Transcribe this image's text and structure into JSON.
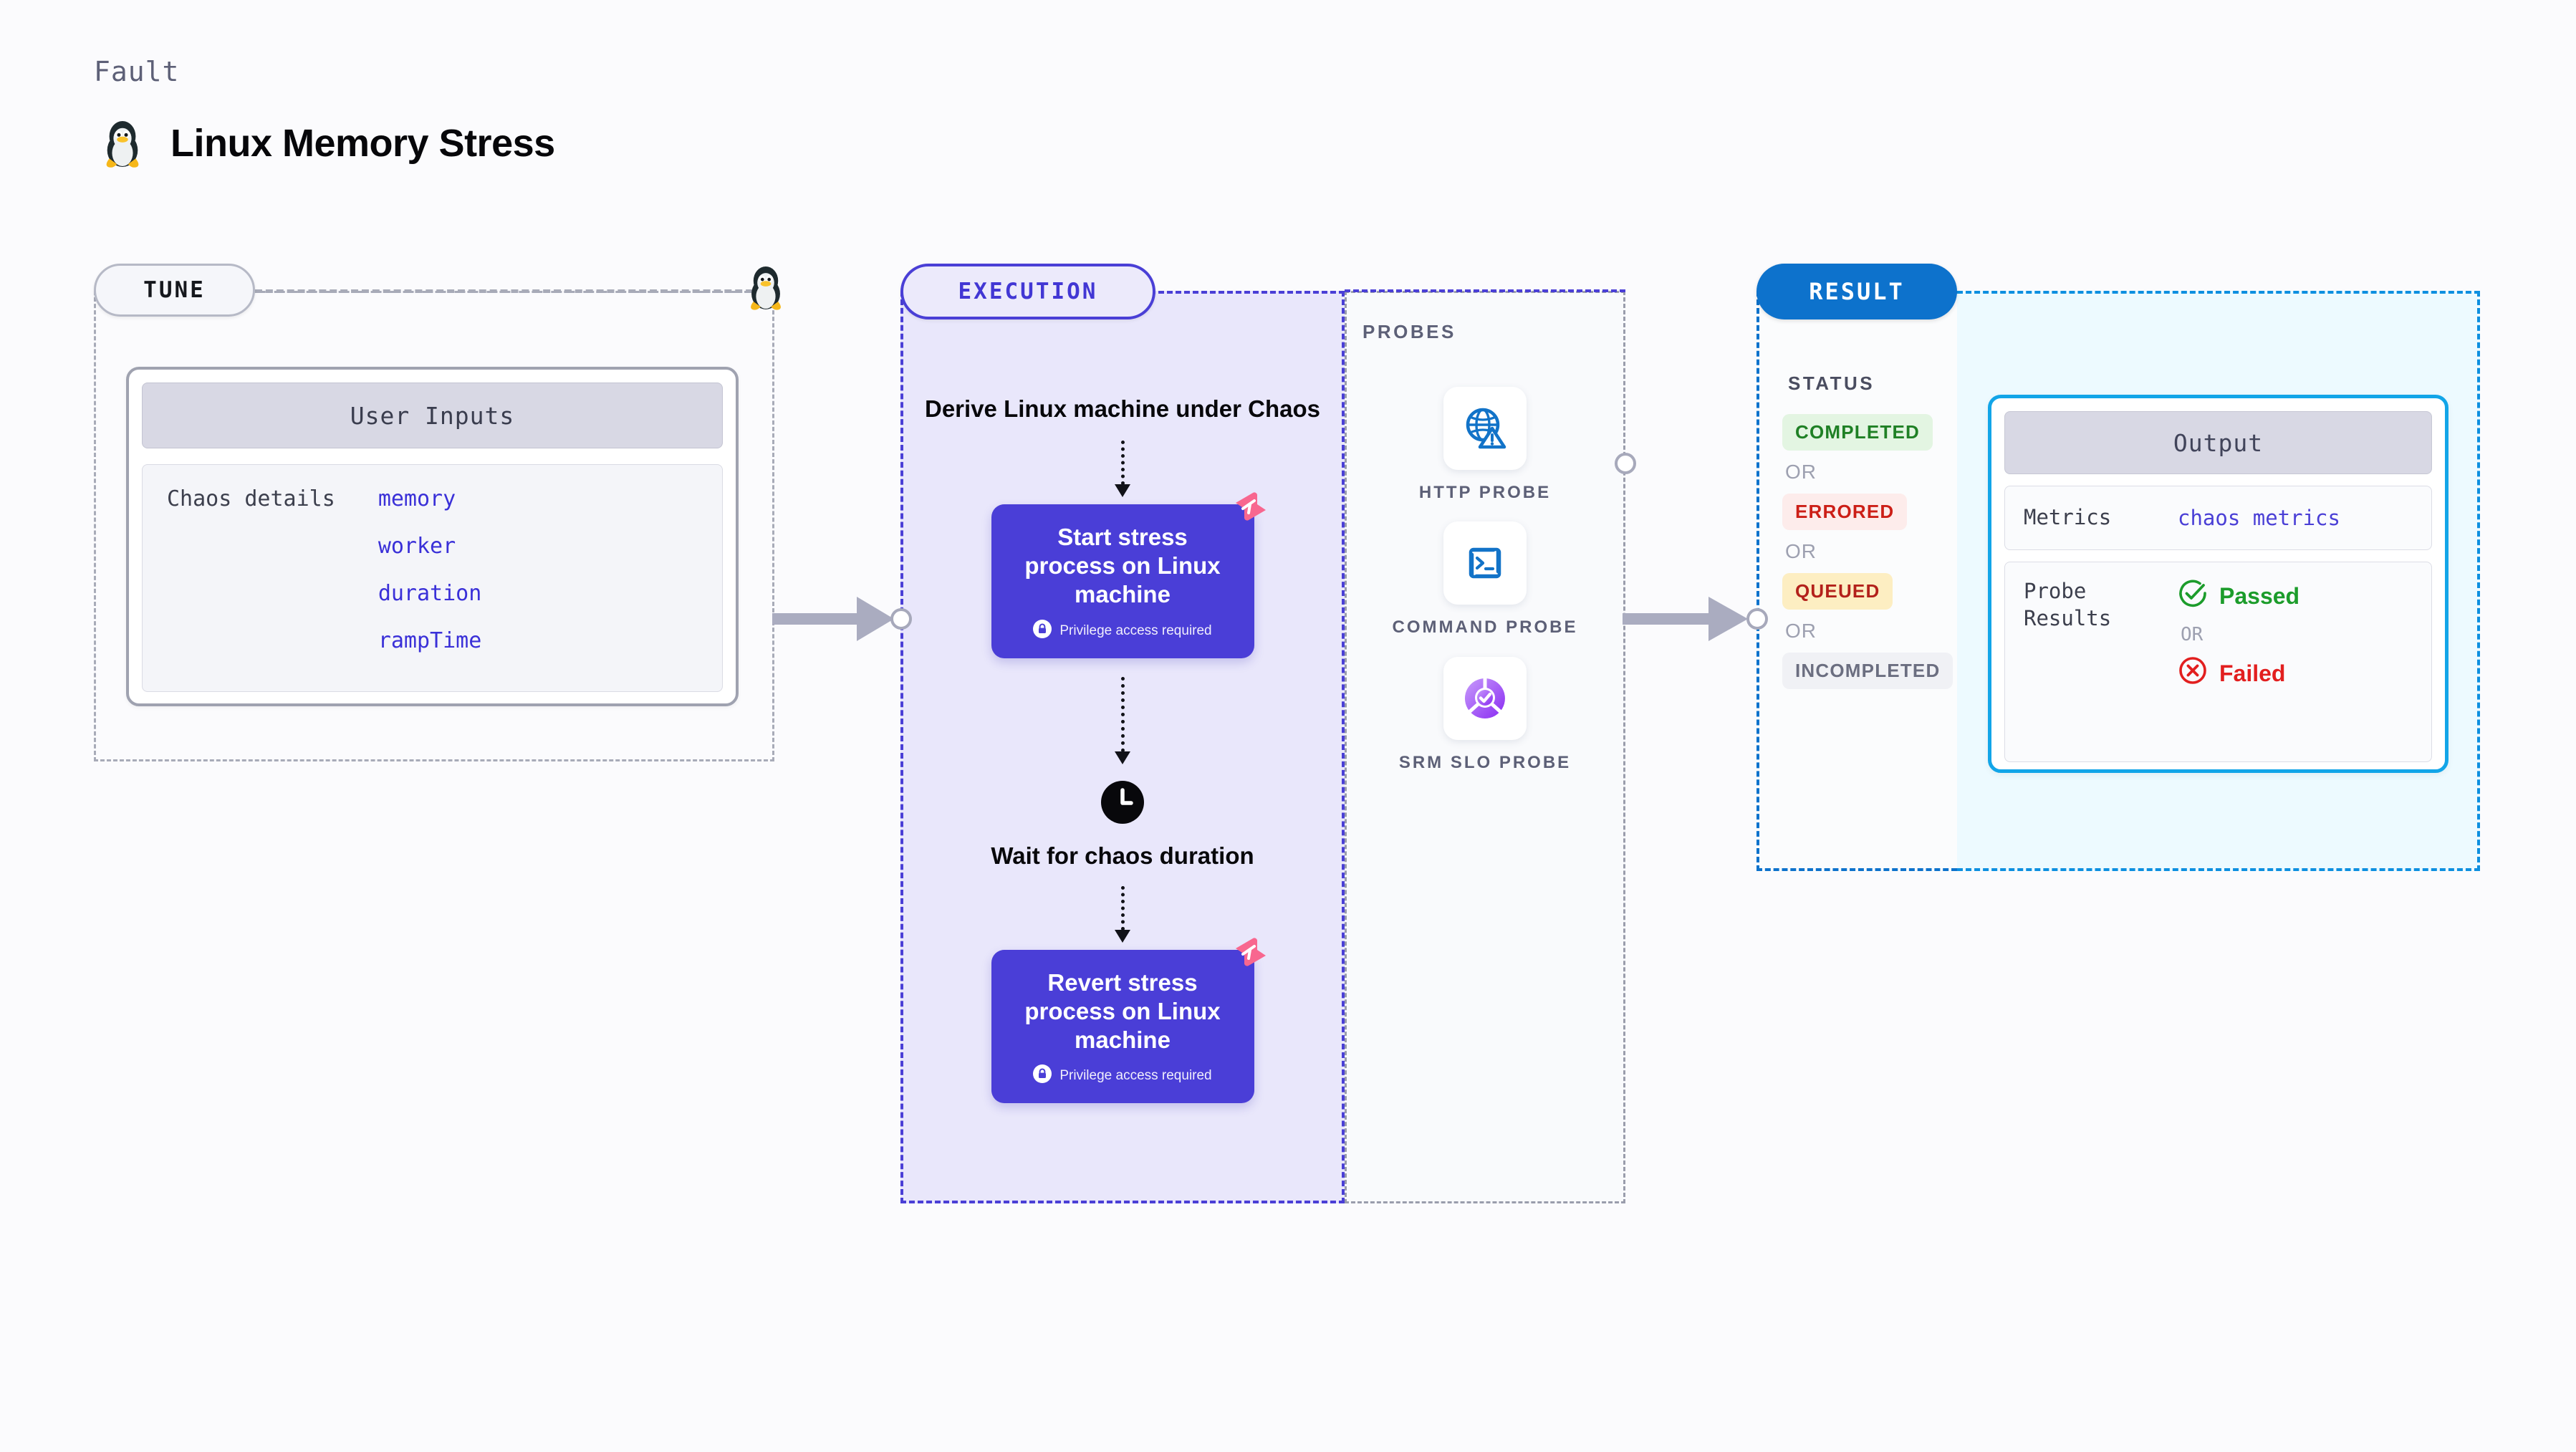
{
  "header": {
    "eyebrow": "Fault",
    "title": "Linux Memory Stress",
    "icon": "tux-penguin-icon"
  },
  "tune": {
    "pill_label": "TUNE",
    "icon": "tux-penguin-icon",
    "card": {
      "header": "User Inputs",
      "row_label": "Chaos details",
      "values": [
        "memory",
        "worker",
        "duration",
        "rampTime"
      ]
    }
  },
  "execution": {
    "pill_label": "EXECUTION",
    "steps": [
      {
        "type": "text",
        "label": "Derive Linux machine under Chaos"
      },
      {
        "type": "action",
        "label": "Start stress process on Linux machine",
        "note": "Privilege access required",
        "icon": "lock-icon",
        "badge": "harness-logo-icon"
      },
      {
        "type": "wait",
        "label": "Wait for chaos duration",
        "icon": "clock-icon"
      },
      {
        "type": "action",
        "label": "Revert stress process on Linux machine",
        "note": "Privilege access required",
        "icon": "lock-icon",
        "badge": "harness-logo-icon"
      }
    ]
  },
  "probes": {
    "title": "PROBES",
    "items": [
      {
        "label": "HTTP PROBE",
        "icon": "globe-warning-icon"
      },
      {
        "label": "COMMAND PROBE",
        "icon": "terminal-icon"
      },
      {
        "label": "SRM SLO PROBE",
        "icon": "slo-donut-check-icon"
      }
    ]
  },
  "result": {
    "pill_label": "RESULT",
    "status_title": "STATUS",
    "or_label": "OR",
    "statuses": [
      {
        "label": "COMPLETED",
        "tone": "success"
      },
      {
        "label": "ERRORED",
        "tone": "error"
      },
      {
        "label": "QUEUED",
        "tone": "warning"
      },
      {
        "label": "INCOMPLETED",
        "tone": "neutral"
      }
    ]
  },
  "output": {
    "header": "Output",
    "metrics_label": "Metrics",
    "metrics_value": "chaos metrics",
    "probe_results_label": "Probe Results",
    "or_label": "OR",
    "passed_label": "Passed",
    "failed_label": "Failed",
    "passed_icon": "check-circle-icon",
    "failed_icon": "x-circle-icon"
  },
  "colors": {
    "accent_purple": "#4a3fd6",
    "accent_blue": "#0d72cc",
    "accent_cyan": "#12a5e8",
    "success_green": "#1f8025",
    "error_red": "#cc1f17",
    "warning_yellow": "#fdeec2",
    "harness_pink": "#f8678f"
  }
}
